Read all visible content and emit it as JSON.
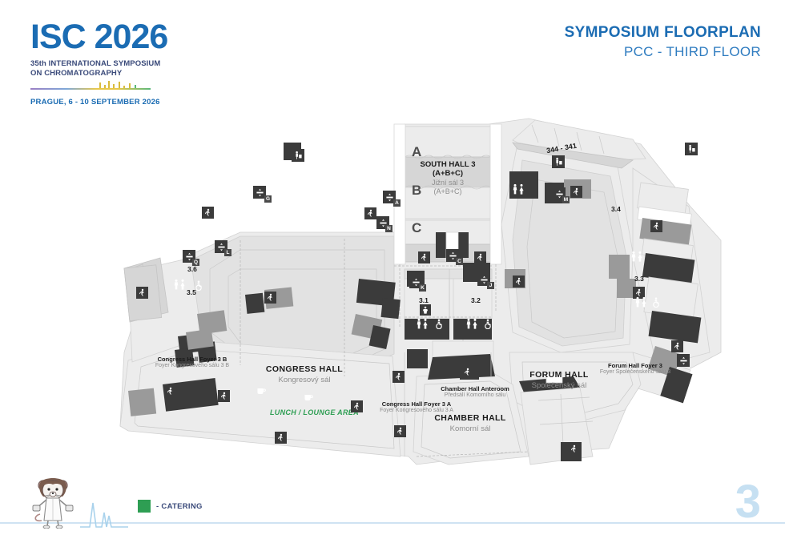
{
  "brand": {
    "logo_main": "ISC 2026",
    "logo_sub_line1": "35th INTERNATIONAL SYMPOSIUM",
    "logo_sub_line2": "ON CHROMATOGRAPHY",
    "logo_date": "PRAGUE, 6 - 10 SEPTEMBER 2026",
    "accent_blue": "#1b6cb3",
    "accent_navy": "#3a4a7a"
  },
  "header": {
    "title": "SYMPOSIUM FLOORPLAN",
    "subtitle": "PCC - THIRD FLOOR"
  },
  "halls": {
    "congress": {
      "name": "CONGRESS HALL",
      "cz": "Kongresový sál"
    },
    "forum": {
      "name": "FORUM HALL",
      "cz": "Společenský sál"
    },
    "chamber": {
      "name": "CHAMBER HALL",
      "cz": "Komorní sál"
    },
    "south": {
      "name_line1": "SOUTH HALL 3",
      "name_line2": "(A+B+C)",
      "cz_line1": "Jižní sál 3",
      "cz_line2": "(A+B+C)"
    }
  },
  "section_letters": [
    "A",
    "B",
    "C"
  ],
  "foyers": [
    {
      "name": "Congress Hall Foyer 3 B",
      "cz": "Foyer Kongresového sálu 3 B"
    },
    {
      "name": "Congress Hall Foyer 3 A",
      "cz": "Foyer Kongresového sálu 3 A"
    },
    {
      "name": "Forum Hall Foyer 3",
      "cz": "Foyer Společenského sálu 3"
    },
    {
      "name": "Chamber Hall Anteroom",
      "cz": "Předsálí Komorního sálu"
    }
  ],
  "rooms": [
    {
      "label": "3.1"
    },
    {
      "label": "3.2"
    },
    {
      "label": "3.3"
    },
    {
      "label": "3.4"
    },
    {
      "label": "3.5"
    },
    {
      "label": "3.6"
    },
    {
      "label": "344 - 341"
    }
  ],
  "lunch_area": {
    "label": "LUNCH / LOUNGE AREA",
    "color": "#2e9e53"
  },
  "markers": [
    "A",
    "C",
    "G",
    "J",
    "K",
    "L",
    "M",
    "N",
    "Q"
  ],
  "legend": {
    "swatch_color": "#2e9e53",
    "text": "- CATERING"
  },
  "page_number": "3",
  "icons": {
    "exit": "running-man-exit-icon",
    "elevator": "elevator-icon",
    "restroom": "restroom-icon",
    "accessible": "wheelchair-icon",
    "baby": "baby-change-icon",
    "info": "info-person-icon",
    "catering": "coffee-cup-icon",
    "mascot": "lab-mouse-mascot-icon",
    "chromatogram": "chromatogram-trace-icon"
  }
}
